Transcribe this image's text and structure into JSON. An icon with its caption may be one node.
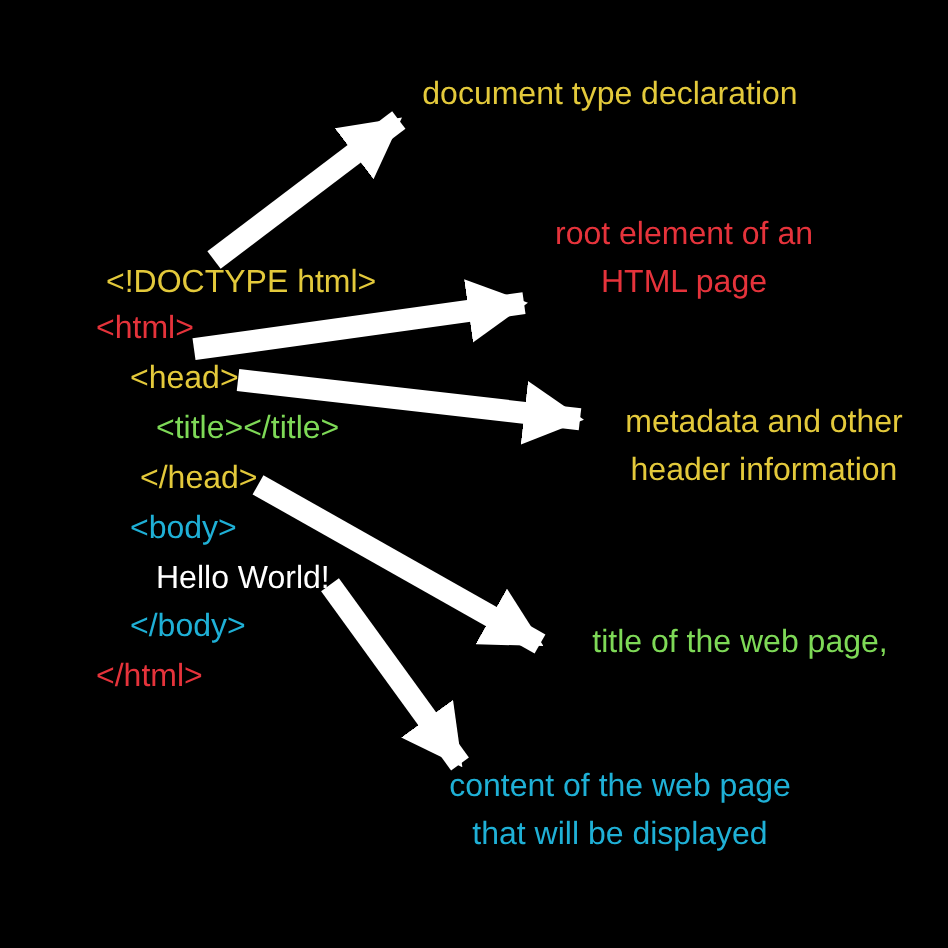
{
  "diagram": {
    "nodes": [
      {
        "text": [
          "<!DOCTYPE html>"
        ]
      },
      {
        "text": [
          "<html>"
        ]
      },
      {
        "text": [
          "<head>"
        ]
      },
      {
        "text": [
          "</head>"
        ]
      },
      {
        "text": [
          "Hello World!"
        ]
      },
      {
        "text": [
          "document type declaration"
        ]
      },
      {
        "text": [
          "root element of an HTML page"
        ]
      },
      {
        "text": [
          "metadata and other header information"
        ]
      },
      {
        "text": [
          "title of the web page,"
        ]
      },
      {
        "text": [
          "content of the web page that will be displayed"
        ]
      }
    ],
    "edges": [
      {
        "from": 0,
        "to": 5,
        "arrow": "to"
      },
      {
        "from": 1,
        "to": 6,
        "arrow": "to"
      },
      {
        "from": 2,
        "to": 7,
        "arrow": "to"
      },
      {
        "from": 3,
        "to": 8,
        "arrow": "to"
      },
      {
        "from": 4,
        "to": 9,
        "arrow": "to"
      }
    ],
    "labels": [
      "<title></title>",
      "<body>",
      "</body>",
      "</html>"
    ]
  }
}
